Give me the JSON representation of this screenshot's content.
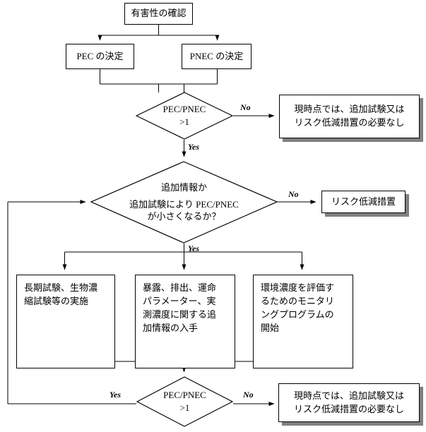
{
  "diagram": {
    "title": "有害性の確認",
    "type": "flowchart",
    "language": "ja",
    "colors": {
      "line": "#000000",
      "box_fill": "#ffffff",
      "box_border": "#000000",
      "shadow": "#808080",
      "text": "#000000"
    },
    "nodes": {
      "start": {
        "label": "有害性の確認"
      },
      "pec": {
        "label": "PEC の決定"
      },
      "pnec": {
        "label": "PNEC の決定"
      },
      "decision1": {
        "line1": "PEC/PNEC",
        "line2": ">1"
      },
      "outcome1": {
        "line1": "現時点では、追加試験又は",
        "line2": "リスク低減措置の必要なし"
      },
      "decision2": {
        "line1": "追加情報か",
        "line2": "追加試験により PEC/PNEC",
        "line3": "が小さくなるか？"
      },
      "risk_reduction": {
        "label": "リスク低減措置"
      },
      "action1": {
        "line1": "長期試験、生物濃",
        "line2": "縮試験等の実施"
      },
      "action2": {
        "line1": "暴露、排出、運命",
        "line2": "パラメーター、実",
        "line3": "測濃度に関する追",
        "line4": "加情報の入手"
      },
      "action3": {
        "line1": "環境濃度を評価す",
        "line2": "るためのモニタリ",
        "line3": "ングプログラムの",
        "line4": "開始"
      },
      "decision3": {
        "line1": "PEC/PNEC",
        "line2": ">1"
      },
      "outcome2": {
        "line1": "現時点では、追加試験又は",
        "line2": "リスク低減措置の必要なし"
      }
    },
    "edge_labels": {
      "d1_no": "No",
      "d1_yes": "Yes",
      "d2_no": "No",
      "d2_yes": "Yes",
      "d3_no": "No",
      "d3_yes": "Yes"
    }
  }
}
